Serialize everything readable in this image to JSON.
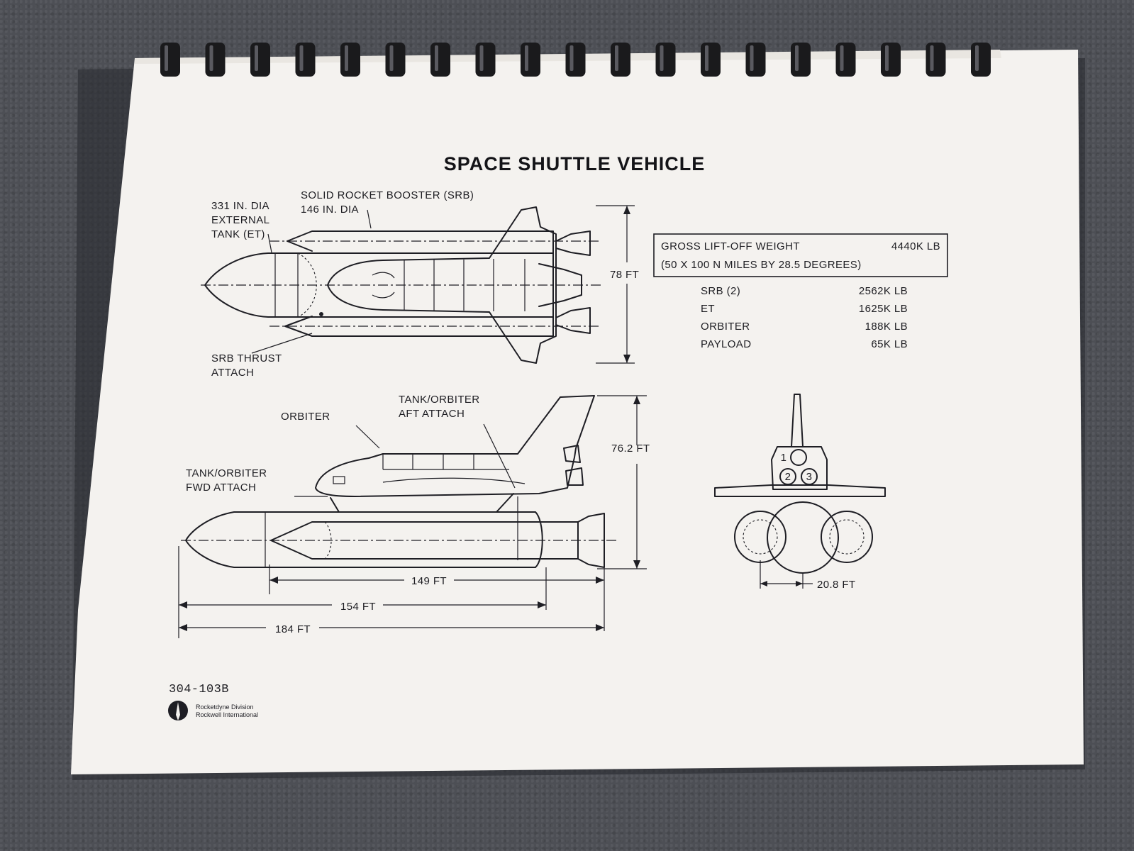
{
  "title": "SPACE SHUTTLE VEHICLE",
  "labels": {
    "et_dia": "331 IN. DIA",
    "et_name_1": "EXTERNAL",
    "et_name_2": "TANK (ET)",
    "srb_name": "SOLID ROCKET BOOSTER (SRB)",
    "srb_dia": "146 IN. DIA",
    "srb_thrust_1": "SRB THRUST",
    "srb_thrust_2": "ATTACH",
    "orbiter": "ORBITER",
    "aft_attach_1": "TANK/ORBITER",
    "aft_attach_2": "AFT ATTACH",
    "fwd_attach_1": "TANK/ORBITER",
    "fwd_attach_2": "FWD ATTACH",
    "dim_78": "78 FT",
    "dim_762": "76.2 FT",
    "dim_149": "149 FT",
    "dim_154": "154 FT",
    "dim_184": "184 FT",
    "dim_208": "20.8 FT",
    "engine_1": "1",
    "engine_2": "2",
    "engine_3": "3"
  },
  "weights": {
    "gross_label": "GROSS LIFT-OFF WEIGHT",
    "gross_value": "4440K LB",
    "orbit": "(50 X 100 N MILES BY 28.5 DEGREES)",
    "items": [
      {
        "name": "SRB (2)",
        "value": "2562K LB"
      },
      {
        "name": "ET",
        "value": "1625K LB"
      },
      {
        "name": "ORBITER",
        "value": "188K LB"
      },
      {
        "name": "PAYLOAD",
        "value": "65K LB"
      }
    ]
  },
  "footer": {
    "doc_number": "304-103B",
    "logo_line_1": "Rocketdyne Division",
    "logo_line_2": "Rockwell International"
  },
  "colors": {
    "ink": "#1e1e24",
    "paper": "#f4f2ef",
    "background": "#4d4f55",
    "binding": "#1a1a1c"
  }
}
